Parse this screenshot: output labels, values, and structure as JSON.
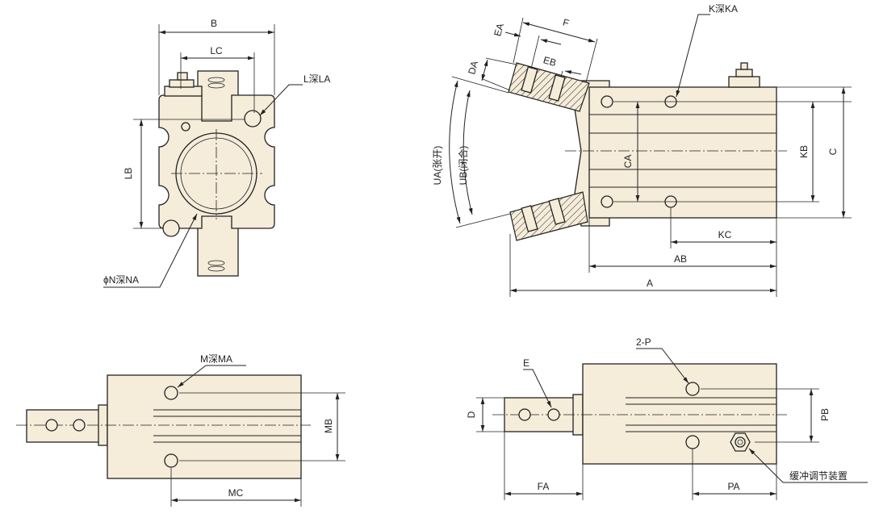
{
  "colors": {
    "part_fill": "#f5ecd9",
    "line": "#222222"
  },
  "front_view": {
    "dim_b": "B",
    "dim_lc": "LC",
    "dim_lb": "LB",
    "note_l": "L深LA",
    "note_n": "ϕN深NA"
  },
  "side_view": {
    "dim_ea": "EA",
    "dim_f": "F",
    "dim_da": "DA",
    "dim_eb": "EB",
    "note_k": "K深KA",
    "angle_ua": "UA(张开)",
    "angle_ub": "UB(闭合)",
    "dim_ca": "CA",
    "dim_kb": "KB",
    "dim_c": "C",
    "dim_kc": "KC",
    "dim_ab": "AB",
    "dim_a": "A"
  },
  "bottom_view": {
    "note_m": "M深MA",
    "dim_mb": "MB",
    "dim_mc": "MC"
  },
  "rear_view": {
    "note_p": "2-P",
    "note_e": "E",
    "dim_d": "D",
    "dim_pb": "PB",
    "dim_fa": "FA",
    "dim_pa": "PA",
    "note_cushion": "缓冲调节装置"
  }
}
